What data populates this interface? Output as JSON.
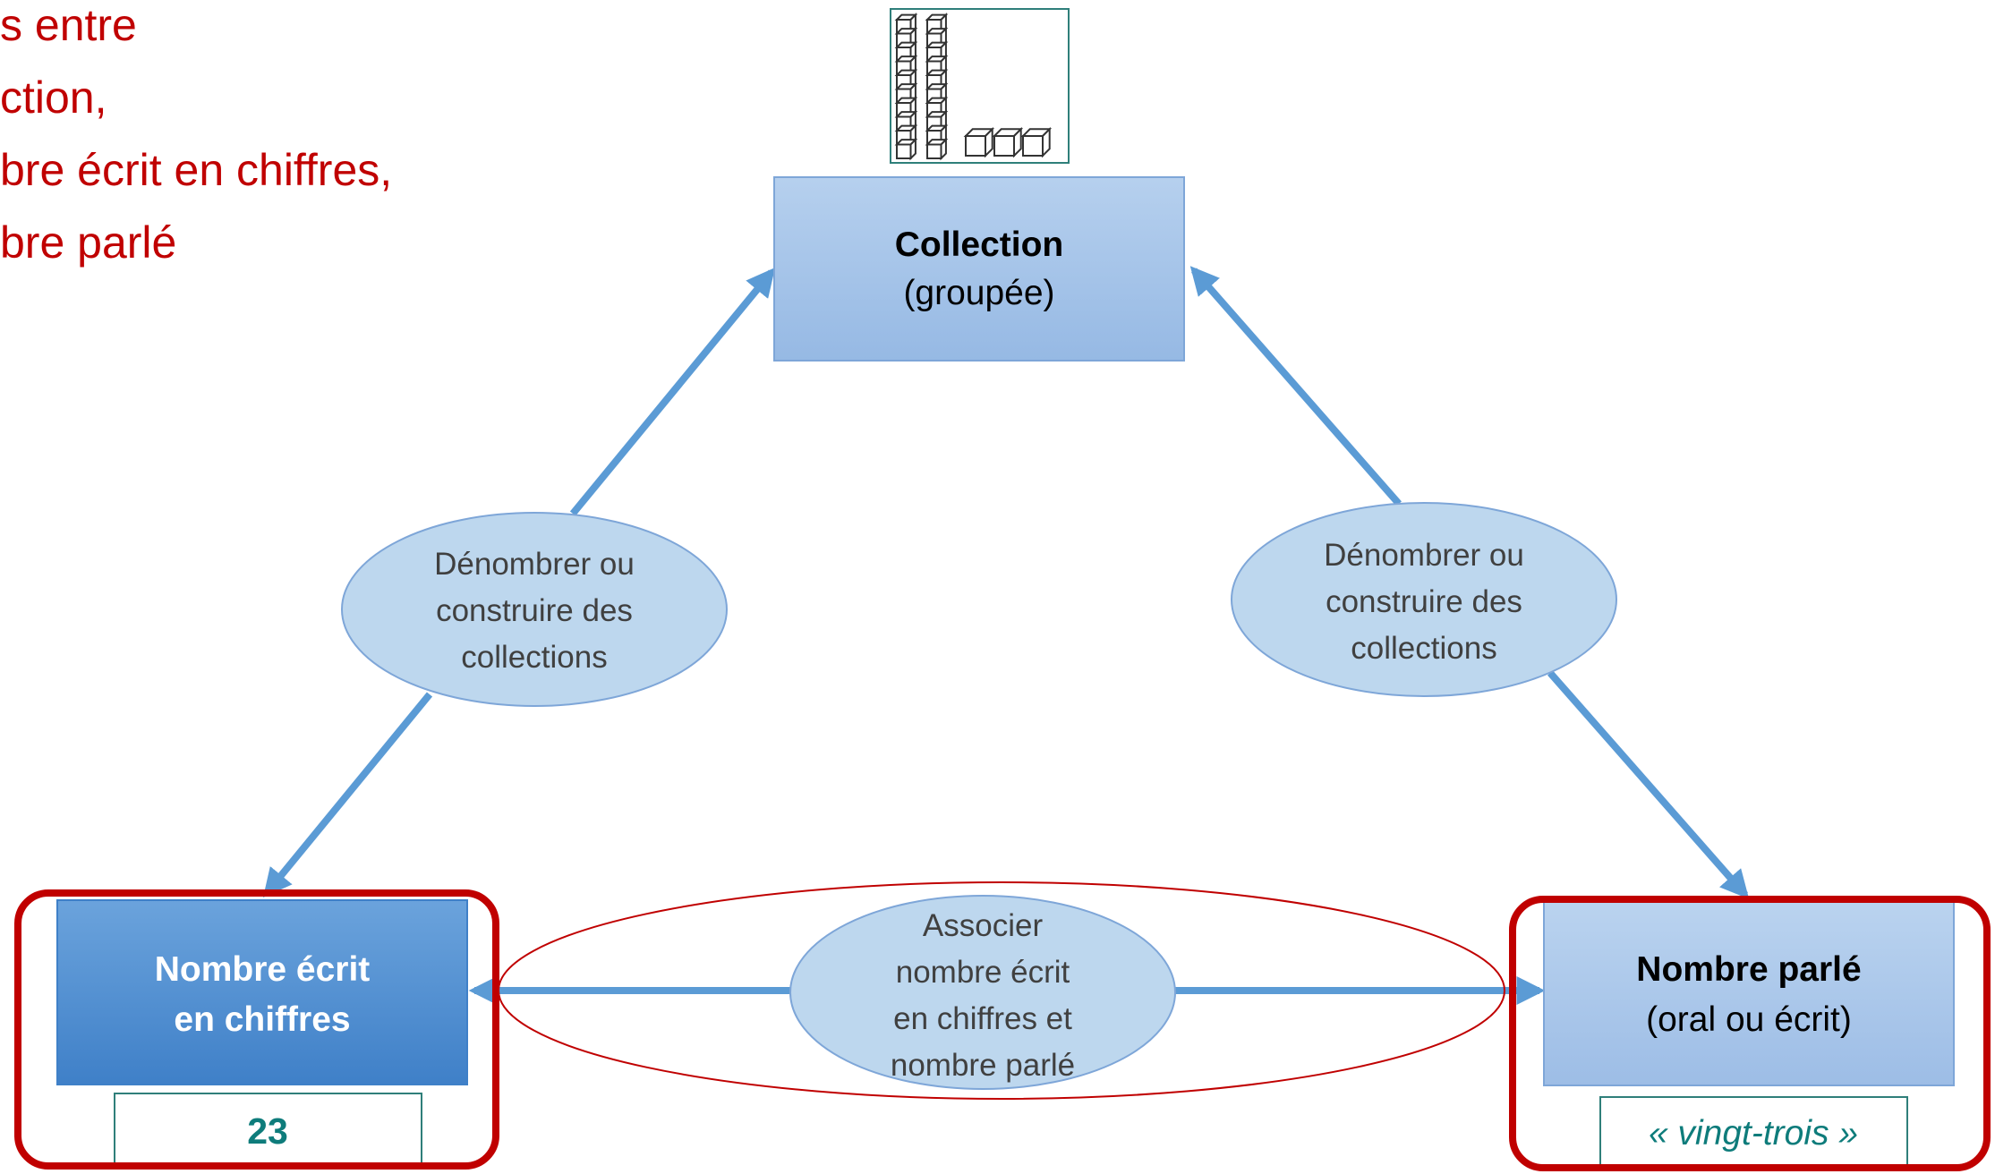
{
  "title_lines": [
    "s entre",
    "ction,",
    "bre écrit en chiffres,",
    "bre parlé"
  ],
  "nodes": {
    "collection": {
      "label": "Collection",
      "sublabel": "(groupée)"
    },
    "written": {
      "label_line1": "Nombre écrit",
      "label_line2": "en chiffres",
      "example": "23"
    },
    "spoken": {
      "label": "Nombre parlé",
      "sublabel": "(oral ou écrit)",
      "example": "« vingt-trois »"
    }
  },
  "relations": {
    "left": [
      "Dénombrer ou",
      "construire des",
      "collections"
    ],
    "right": [
      "Dénombrer ou",
      "construire des",
      "collections"
    ],
    "bottom": [
      "Associer",
      "nombre écrit",
      "en chiffres et",
      "nombre parlé"
    ]
  },
  "colors": {
    "title_red": "#c00000",
    "highlight_red": "#c00000",
    "arrow_blue": "#5b9bd5",
    "box_blue": "#a4c2e6",
    "written_box_blue": "#5b96d5",
    "ellipse_fill": "#bdd7ee",
    "example_teal": "#0e7c7b"
  },
  "icons": {
    "collection_picture": "base-ten-blocks-icon"
  }
}
